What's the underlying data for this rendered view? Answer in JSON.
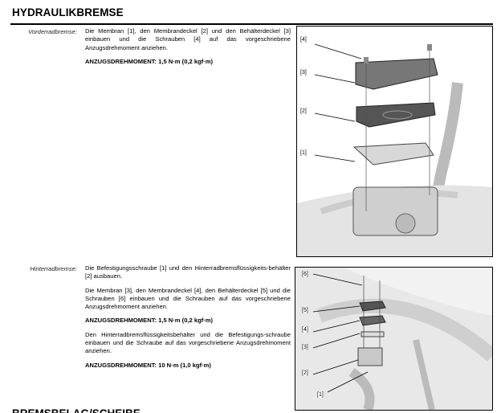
{
  "heading": "HYDRAULIKBREMSE",
  "front": {
    "label": "Vorderradbremse:",
    "paragraphs": [
      "Die Membran [1], den Membrandeckel [2] und den Behälterdeckel [3] einbauen und die Schrauben [4] auf das vorgeschriebene Anzugsdrehmoment anziehen."
    ],
    "torque": "ANZUGSDREHMOMENT:   1,5 N·m (0,2 kgf·m)",
    "callouts": [
      "[4]",
      "[3]",
      "[2]",
      "[1]"
    ]
  },
  "rear": {
    "label": "Hinterradbremse:",
    "p1": "Die Befestigungsschraube [1] und den Hinterradbremsflüssigkeits-behälter [2] ausbauen.",
    "p2": "Die Membran [3], den Membrandeckel [4], den Behälterdeckel [5] und die Schrauben [6] einbauen und die Schrauben auf das vorgeschriebene Anzugsdrehmoment anziehen.",
    "torque1": "ANZUGSDREHMOMENT:   1,5 N·m (0,2 kgf·m)",
    "p3": "Den Hinterradbremsflüssigkeitsbehälter und die Befestigungs-schraube einbauen und die Schraube auf das vorgeschriebene Anzugsdrehmoment anziehen.",
    "torque2": "ANZUGSDREHMOMENT:   10 N·m (1,0 kgf·m)",
    "callouts": [
      "[6]",
      "[5]",
      "[4]",
      "[3]",
      "[2]",
      "[1]"
    ]
  },
  "next_heading": "BREMSBELAG/SCHEIBE"
}
